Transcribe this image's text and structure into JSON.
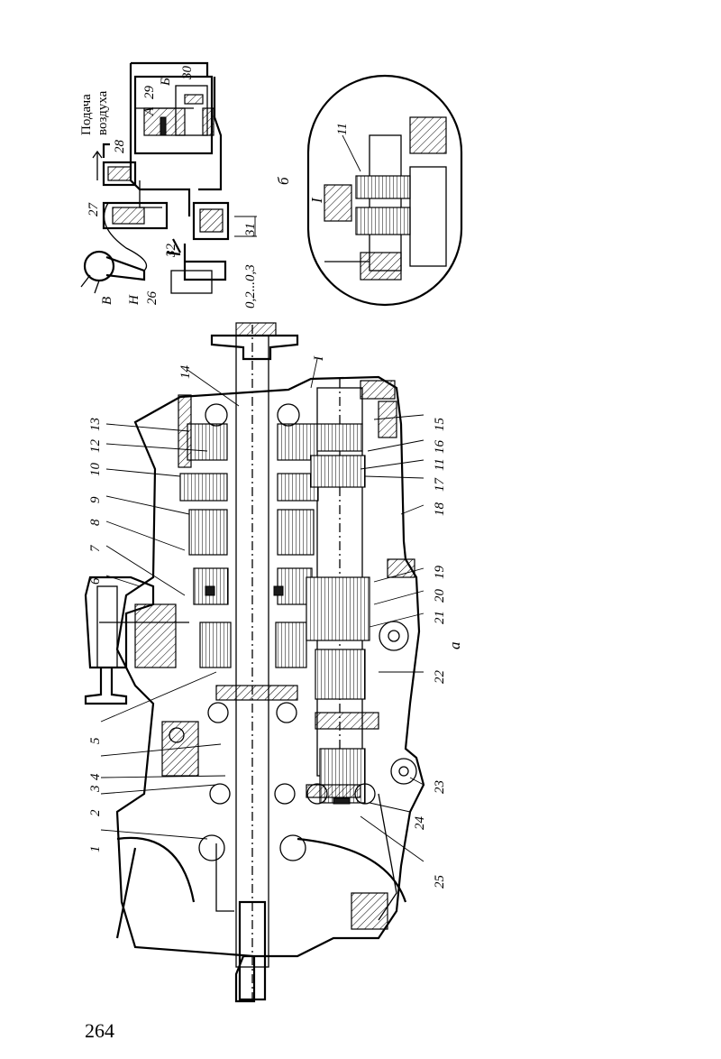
{
  "page_number": "264",
  "view_labels": {
    "main": "а",
    "pneumatic": "б",
    "detail": "I"
  },
  "air_supply_label": [
    "Подача",
    "воздуха"
  ],
  "gap_range": "0,2...0,3",
  "callouts_top": [
    "1",
    "2",
    "3",
    "4",
    "5",
    "6",
    "7",
    "8",
    "9",
    "10",
    "12",
    "13",
    "14"
  ],
  "callouts_bottom": [
    "15",
    "16",
    "11",
    "17",
    "18",
    "19",
    "20",
    "21",
    "22",
    "23",
    "24",
    "25"
  ],
  "callout_detail_ref": "I",
  "pneumatic_callouts": [
    "26",
    "27",
    "28",
    "29",
    "30",
    "31",
    "32"
  ],
  "pneumatic_letters": [
    "А",
    "Б",
    "В",
    "Н"
  ],
  "detail_callout": "11"
}
